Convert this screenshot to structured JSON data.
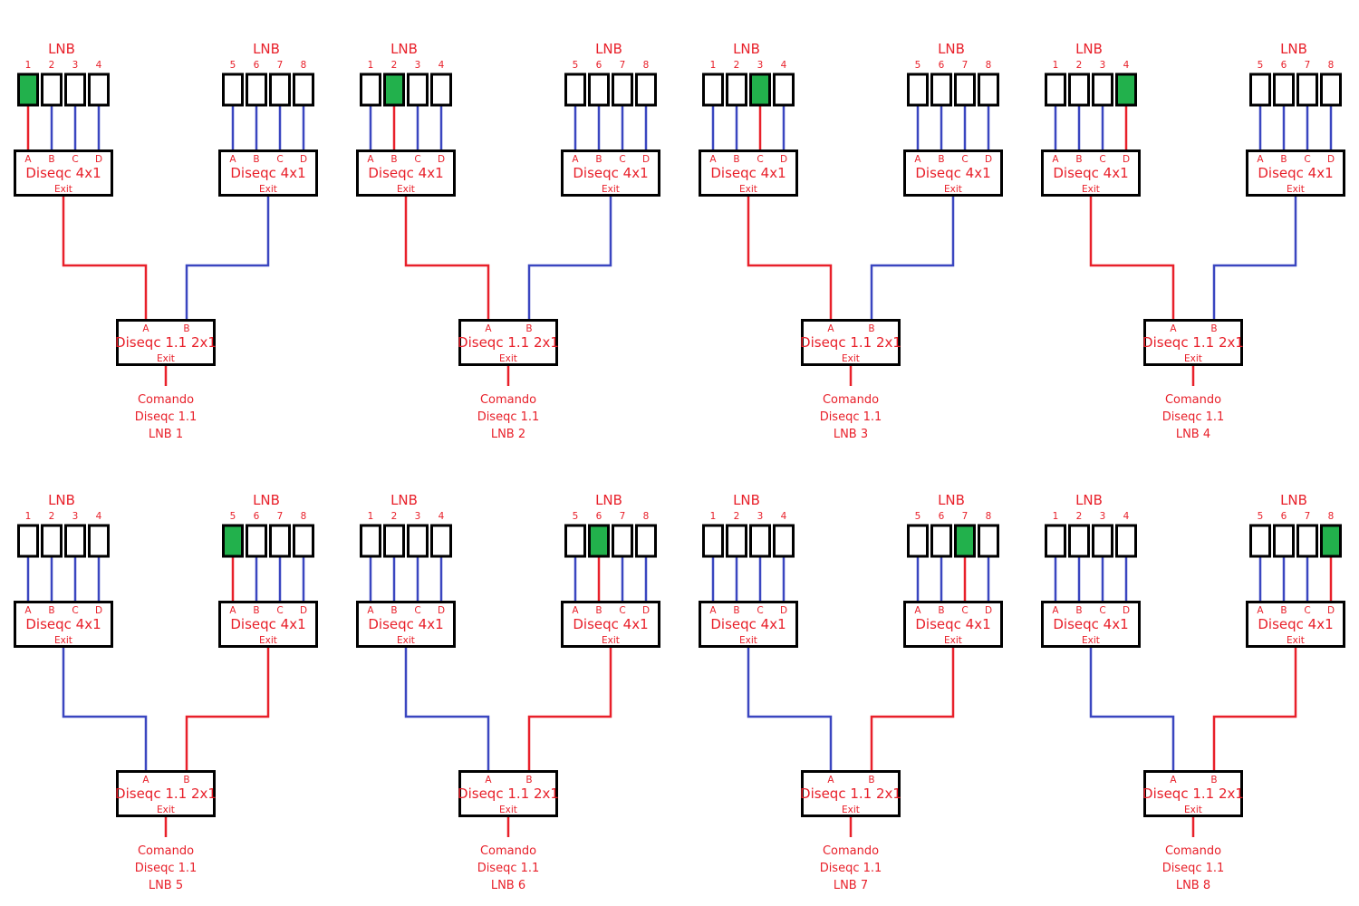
{
  "colors": {
    "active": "#e8202a",
    "inactive": "#3a46c0",
    "selected_fill": "#22b14c",
    "outline": "#000000",
    "text": "#e8202a"
  },
  "labels": {
    "lnb": "LNB",
    "switch4": "Diseqc 4x1",
    "switch2": "Diseqc 1.1 2x1",
    "exit": "Exit",
    "ports4": [
      "A",
      "B",
      "C",
      "D"
    ],
    "ports2": [
      "A",
      "B"
    ],
    "cmd_line1": "Comando",
    "cmd_line2": "Diseqc 1.1",
    "cmd_prefix": "LNB"
  },
  "left_lnb_numbers": [
    "1",
    "2",
    "3",
    "4"
  ],
  "right_lnb_numbers": [
    "5",
    "6",
    "7",
    "8"
  ],
  "panels": [
    {
      "selected": 1,
      "command": "LNB 1"
    },
    {
      "selected": 2,
      "command": "LNB 2"
    },
    {
      "selected": 3,
      "command": "LNB 3"
    },
    {
      "selected": 4,
      "command": "LNB 4"
    },
    {
      "selected": 5,
      "command": "LNB 5"
    },
    {
      "selected": 6,
      "command": "LNB 6"
    },
    {
      "selected": 7,
      "command": "LNB 7"
    },
    {
      "selected": 8,
      "command": "LNB 8"
    }
  ]
}
